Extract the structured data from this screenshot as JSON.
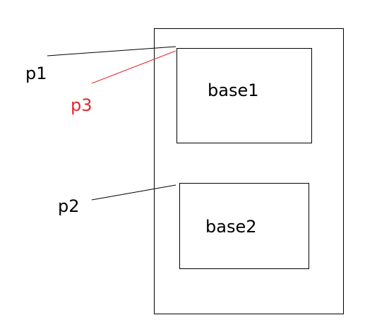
{
  "diagram": {
    "outer_frame": {},
    "boxes": [
      {
        "id": "base1",
        "label": "base1"
      },
      {
        "id": "base2",
        "label": "base2"
      }
    ],
    "pointers": [
      {
        "id": "p1",
        "label": "p1",
        "color": "#000000",
        "target": "base1"
      },
      {
        "id": "p2",
        "label": "p2",
        "color": "#000000",
        "target": "base2"
      },
      {
        "id": "p3",
        "label": "p3",
        "color": "#e8262c",
        "target": "base1"
      }
    ]
  }
}
